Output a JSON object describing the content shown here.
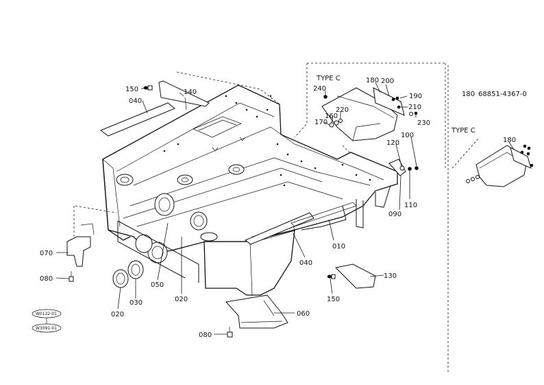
{
  "title": "",
  "type_c_labels": [
    "TYPE C",
    "TYPE C"
  ],
  "part_reference": {
    "code": "180",
    "number": "68851-4367-0"
  },
  "callouts": [
    "150",
    "140",
    "040",
    "240",
    "180",
    "200",
    "190",
    "210",
    "230",
    "160",
    "220",
    "170",
    "120",
    "100",
    "110",
    "090",
    "010",
    "040",
    "070",
    "080",
    "020",
    "030",
    "050",
    "020",
    "060",
    "080",
    "130",
    "150",
    "180"
  ],
  "stamps": [
    "W0122-01",
    "W3091-01"
  ]
}
